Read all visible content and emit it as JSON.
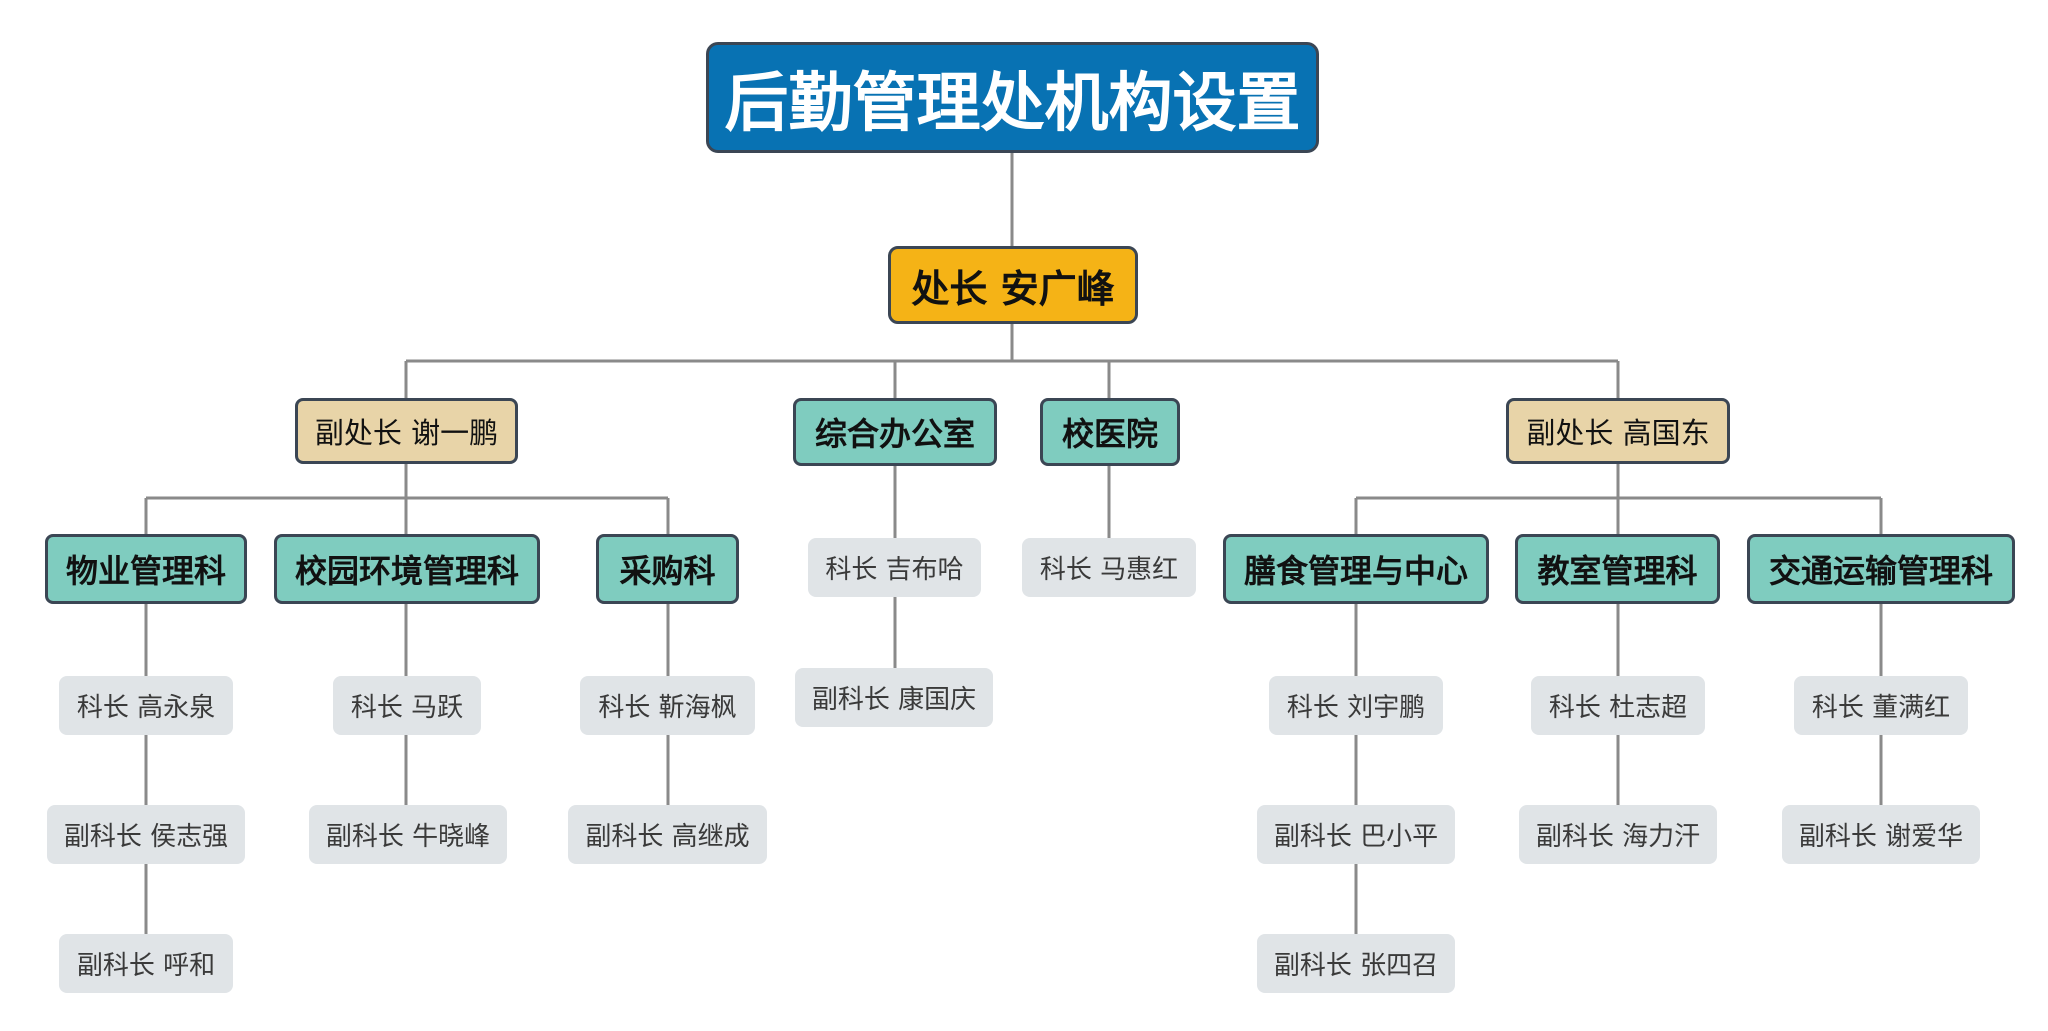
{
  "title": "后勤管理处机构设置",
  "director": "处长 安广峰",
  "deputies": {
    "left": "副处长 谢一鹏",
    "right": "副处长 高国东"
  },
  "offices": {
    "general": "综合办公室",
    "hospital": "校医院"
  },
  "departments": {
    "property": "物业管理科",
    "campus_env": "校园环境管理科",
    "purchasing": "采购科",
    "catering": "膳食管理与中心",
    "classroom": "教室管理科",
    "transport": "交通运输管理科"
  },
  "staff": {
    "property": [
      "科长 高永泉",
      "副科长 侯志强",
      "副科长 呼和"
    ],
    "campus_env": [
      "科长 马跃",
      "副科长 牛晓峰"
    ],
    "purchasing": [
      "科长 靳海枫",
      "副科长 高继成"
    ],
    "general": [
      "科长 吉布哈",
      "副科长 康国庆"
    ],
    "hospital": [
      "科长 马惠红"
    ],
    "catering": [
      "科长 刘宇鹏",
      "副科长 巴小平",
      "副科长 张四召"
    ],
    "classroom": [
      "科长 杜志超",
      "副科长 海力汗"
    ],
    "transport": [
      "科长 董满红",
      "副科长 谢爱华"
    ]
  },
  "colors": {
    "title_fill": "#0872b3",
    "director_fill": "#f5b316",
    "deputy_fill": "#e8d4a8",
    "department_fill": "#7fccbf",
    "staff_fill": "#e0e4e7",
    "connector": "#8a8a8a",
    "border": "#3b4654"
  }
}
